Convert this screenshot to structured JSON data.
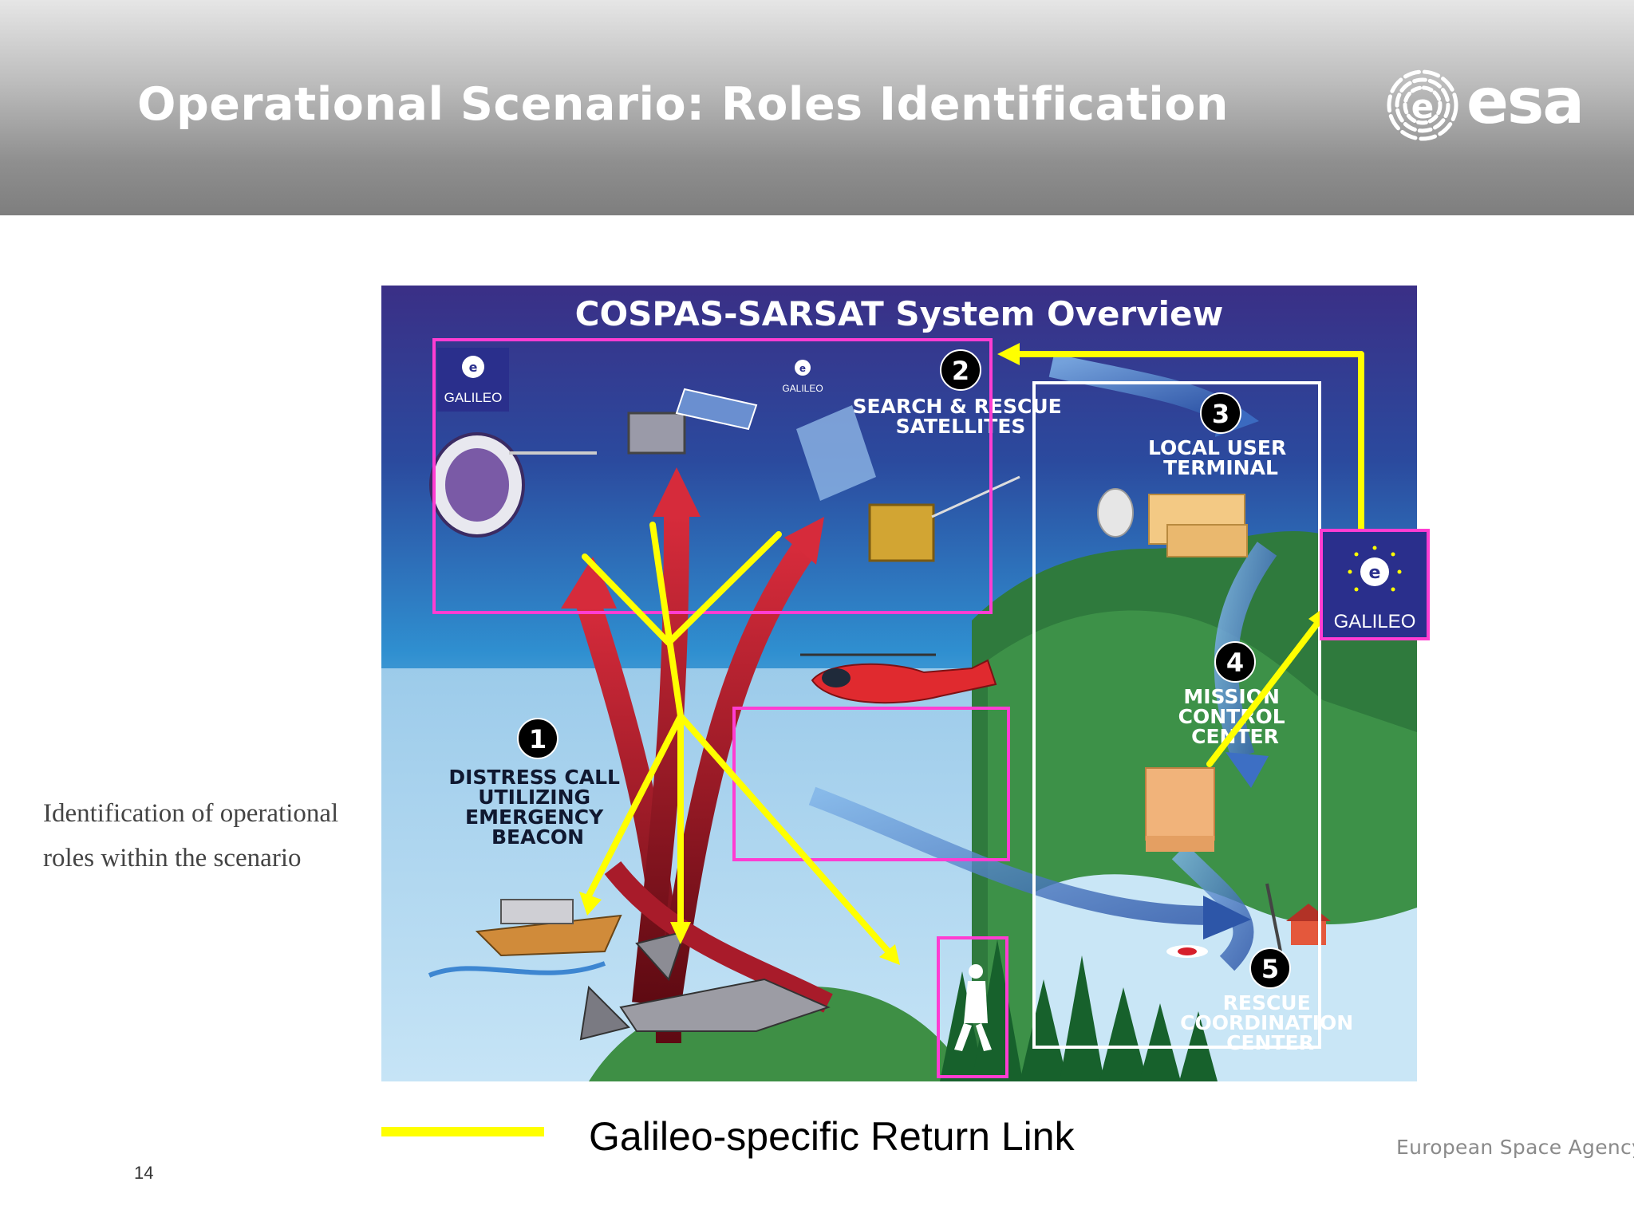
{
  "slide": {
    "title": "Operational Scenario: Roles Identification",
    "logo_text": "esa",
    "description": "Identification of operational roles within the scenario",
    "legend_label": "Galileo-specific Return Link",
    "page_number": "14",
    "footer_org": "European Space Agency"
  },
  "diagram": {
    "title": "COSPAS-SARSAT System Overview",
    "steps": [
      {
        "number": "1",
        "lines": [
          "DISTRESS CALL",
          "UTILIZING",
          "EMERGENCY",
          "BEACON"
        ]
      },
      {
        "number": "2",
        "lines": [
          "SEARCH & RESCUE",
          "SATELLITES"
        ]
      },
      {
        "number": "3",
        "lines": [
          "LOCAL USER",
          "TERMINAL"
        ]
      },
      {
        "number": "4",
        "lines": [
          "MISSION",
          "CONTROL",
          "CENTER"
        ]
      },
      {
        "number": "5",
        "lines": [
          "RESCUE",
          "COORDINATION",
          "CENTER"
        ]
      }
    ],
    "galileo_badges": [
      "GALILEO",
      "GALILEO",
      "GALILEO"
    ]
  },
  "colors": {
    "return_link": "#ffff00",
    "role_box": "#ff3dd2",
    "ground_segment_box": "#ffffff",
    "uplink_arrow": "#c41f2f",
    "downlink_arrow": "#3d6fc4"
  }
}
